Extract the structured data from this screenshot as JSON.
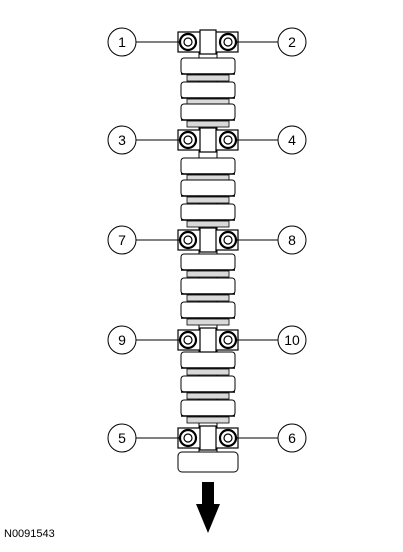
{
  "figure_id": "N0091543",
  "callouts": [
    {
      "left": "1",
      "right": "2"
    },
    {
      "left": "3",
      "right": "4"
    },
    {
      "left": "7",
      "right": "8"
    },
    {
      "left": "9",
      "right": "10"
    },
    {
      "left": "5",
      "right": "6"
    }
  ],
  "colors": {
    "stroke": "#000000",
    "fill": "#ffffff",
    "shade": "#d9d9d9"
  },
  "direction_icon": "arrow-down-icon"
}
